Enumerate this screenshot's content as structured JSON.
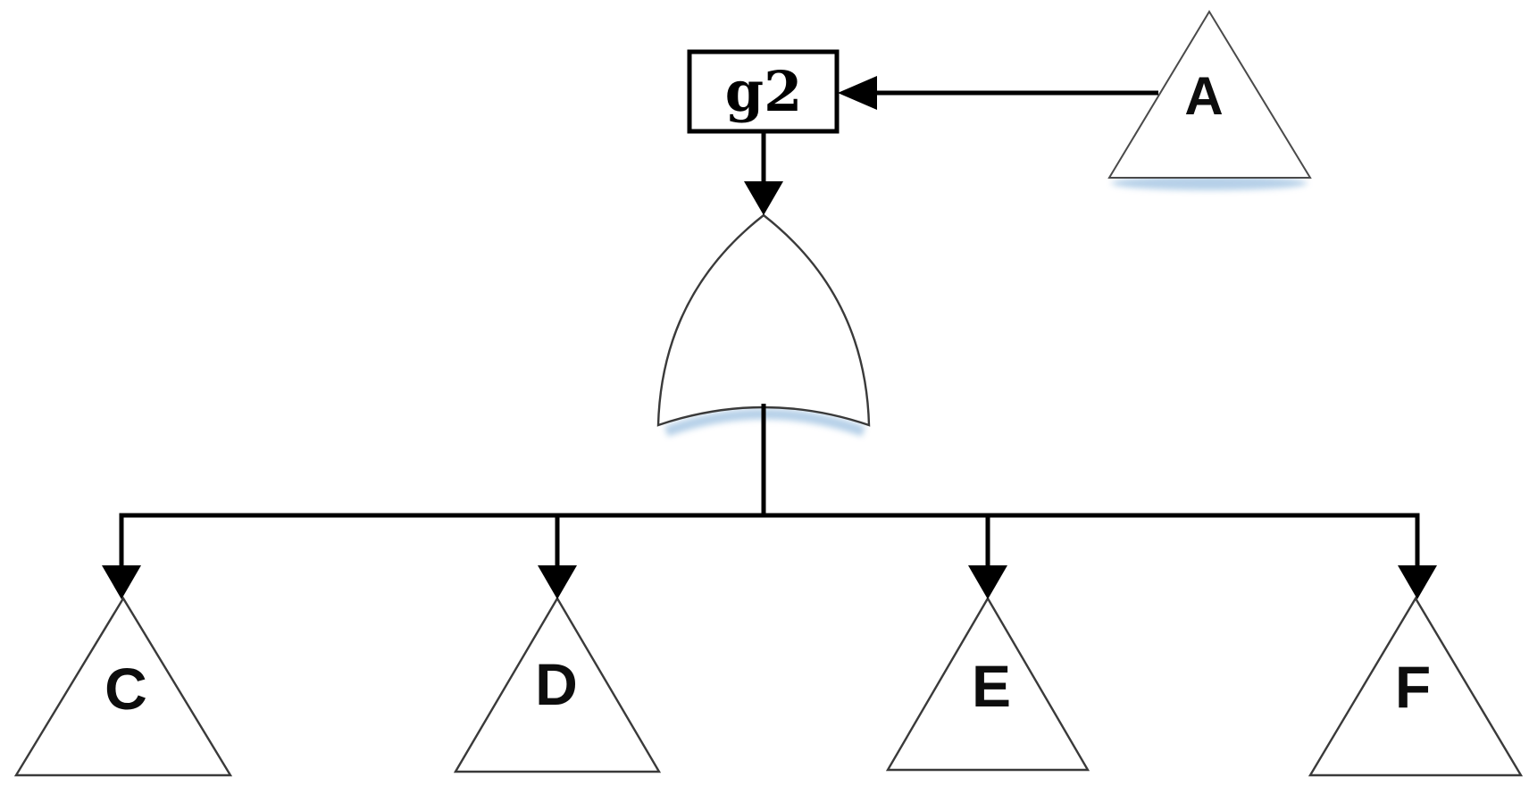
{
  "diagram": {
    "kind": "fault-tree",
    "gate": {
      "id_label": "g2",
      "gate_type": "OR"
    },
    "transfer_source": {
      "label": "A"
    },
    "basic_events": [
      {
        "label": "C"
      },
      {
        "label": "D"
      },
      {
        "label": "E"
      },
      {
        "label": "F"
      }
    ],
    "connections": [
      {
        "from": "A",
        "to": "g2"
      },
      {
        "from": "g2",
        "to": "OR-gate"
      },
      {
        "from": "OR-gate",
        "to": "C"
      },
      {
        "from": "OR-gate",
        "to": "D"
      },
      {
        "from": "OR-gate",
        "to": "E"
      },
      {
        "from": "OR-gate",
        "to": "F"
      }
    ],
    "colors": {
      "background": "#ffffff",
      "line": "#000000",
      "shape_outline": "#3a3a3a",
      "shadow_glow": "#a9c8e4"
    }
  }
}
